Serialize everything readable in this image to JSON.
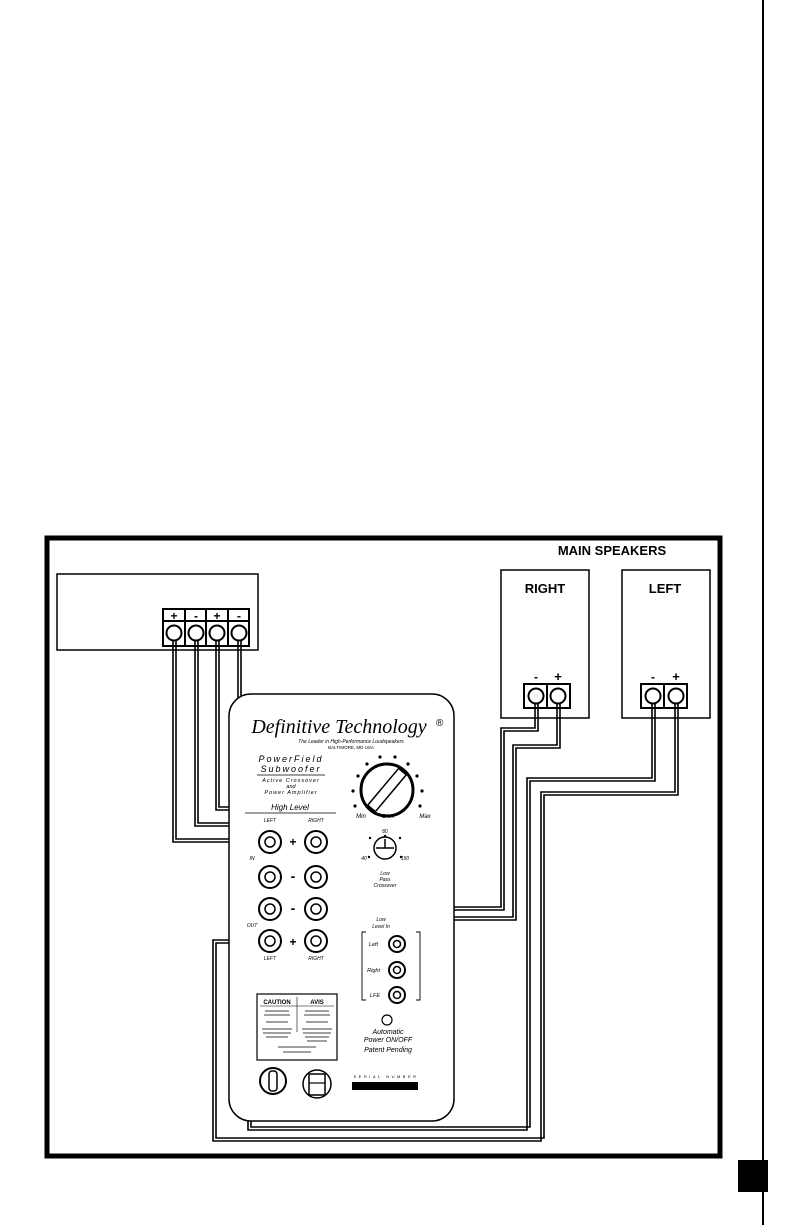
{
  "main_speakers": {
    "heading": "MAIN SPEAKERS",
    "right": {
      "label": "RIGHT",
      "terminals": [
        "-",
        "+"
      ]
    },
    "left": {
      "label": "LEFT",
      "terminals": [
        "-",
        "+"
      ]
    }
  },
  "amplifier": {
    "terminals": [
      "+",
      "-",
      "+",
      "-"
    ]
  },
  "subwoofer": {
    "brand": "Definitive Technology",
    "registered_mark": "®",
    "tagline": "The Leader in High-Performance Loudspeakers",
    "location": "BALTIMORE, MD USA",
    "model_line1": "PowerField",
    "model_line2": "Subwoofer",
    "desc_line1": "Active Crossover",
    "desc_line2": "and",
    "desc_line3": "Power Amplifier",
    "high_level": "High Level",
    "left_label": "LEFT",
    "right_label": "RIGHT",
    "in_label": "IN",
    "out_label": "OUT",
    "plus_sign": "+",
    "minus_sign": "-",
    "gain_min": "Min",
    "gain_label": "GAIN",
    "gain_max": "Max",
    "xover_80": "80",
    "xover_40": "40",
    "xover_150": "150",
    "xover_line1": "Low",
    "xover_line2": "Pass",
    "xover_line3": "Crossover",
    "low_level_line1": "Low",
    "low_level_line2": "Level In",
    "ll_left": "Left",
    "ll_right": "Right",
    "ll_lfe": "LFE",
    "auto_line1": "Automatic",
    "auto_line2": "Power ON/OFF",
    "patent": "Patent Pending",
    "caution": "CAUTION",
    "avis": "AVIS",
    "serial_label": "SERIAL NUMBER"
  }
}
